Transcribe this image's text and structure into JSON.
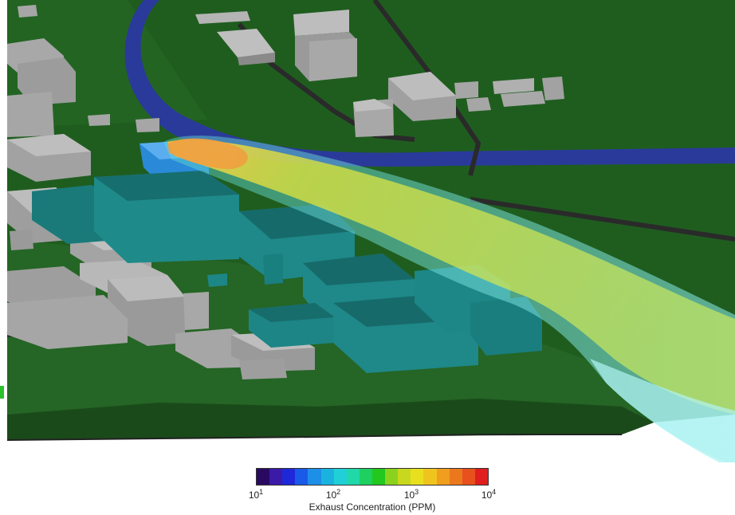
{
  "legend": {
    "title": "Exhaust Concentration (PPM)",
    "ticks": [
      {
        "base": "10",
        "exp": "1"
      },
      {
        "base": "10",
        "exp": "2"
      },
      {
        "base": "10",
        "exp": "3"
      },
      {
        "base": "10",
        "exp": "4"
      }
    ],
    "scale": "log",
    "range": [
      10,
      10000
    ],
    "colors": [
      "#2a0a60",
      "#3b1aa8",
      "#1e28d8",
      "#1a5ae8",
      "#1d8fe8",
      "#1ab3e0",
      "#20d0d8",
      "#20d8a8",
      "#1ed060",
      "#22c81e",
      "#8ad21e",
      "#c8d81e",
      "#e8e01e",
      "#f0c41e",
      "#f09e1e",
      "#ec781e",
      "#e8501e",
      "#e01e1e"
    ]
  },
  "scene": {
    "terrain_color": "#1f5d1f",
    "river_color": "#2a3a9a",
    "building_color": "#9e9e9e",
    "highlight_building_color": "#1a8a8a",
    "plume_color": "#c8e050"
  }
}
